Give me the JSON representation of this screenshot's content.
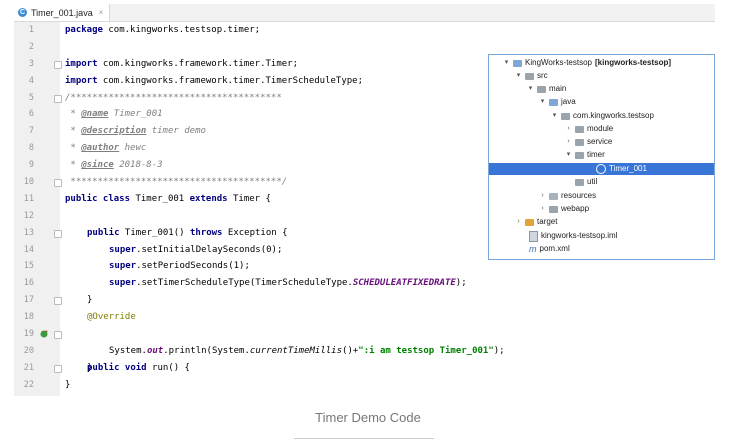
{
  "tab": {
    "title": "Timer_001.java",
    "close": "×"
  },
  "code": {
    "line_numbers": [
      "1",
      "2",
      "3",
      "4",
      "5",
      "6",
      "7",
      "8",
      "9",
      "10",
      "11",
      "12",
      "13",
      "14",
      "15",
      "16",
      "17",
      "18",
      "19",
      "20",
      "21",
      "22"
    ],
    "l1": {
      "kw": "package",
      "rest": " com.kingworks.testsop.timer;"
    },
    "l3": {
      "kw": "import",
      "rest": " com.kingworks.framework.timer.Timer;"
    },
    "l4": {
      "kw": "import",
      "rest": " com.kingworks.framework.timer.TimerScheduleType;"
    },
    "l5": "/***************************************",
    "l6": {
      "star": " * ",
      "tag": "@name",
      "val": " Timer_001"
    },
    "l7": {
      "star": " * ",
      "tag": "@description",
      "val": " timer demo"
    },
    "l8": {
      "star": " * ",
      "tag": "@author",
      "val": " hewc"
    },
    "l9": {
      "star": " * ",
      "tag": "@since",
      "val": " 2018-8-3"
    },
    "l10": " ***************************************/",
    "l11": {
      "kw1": "public class",
      "name": " Timer_001 ",
      "kw2": "extends",
      "rest": " Timer {"
    },
    "l13": {
      "kw1": "public",
      "name": " Timer_001() ",
      "kw2": "throws",
      "rest": " Exception {"
    },
    "l14": {
      "kw": "super",
      "rest": ".setInitialDelaySeconds(0);"
    },
    "l15": {
      "kw": "super",
      "rest": ".setPeriodSeconds(1);"
    },
    "l16": {
      "kw": "super",
      "rest": ".setTimerScheduleType(TimerScheduleType.",
      "field": "SCHEDULEATFIXEDRATE",
      "end": ");"
    },
    "l17": "}",
    "l18": "@Override",
    "l19": {
      "kw": "public void",
      "rest": " run() {"
    },
    "l20": {
      "a": "System.",
      "out": "out",
      "b": ".println(System.",
      "method": "currentTimeMillis",
      "c": "()+",
      "str": "\":i am testsop Timer_001\"",
      "d": ");"
    },
    "l21": "}",
    "l22": "}"
  },
  "tree": {
    "root": "KingWorks-testsop",
    "root_bold": "[kingworks-testsop]",
    "src": "src",
    "main": "main",
    "java": "java",
    "pkg": "com.kingworks.testsop",
    "module": "module",
    "service": "service",
    "timer": "timer",
    "selected_file": "Timer_001",
    "util": "util",
    "resources": "resources",
    "webapp": "webapp",
    "target": "target",
    "iml": "kingworks-testsop.iml",
    "pom": "pom.xml"
  },
  "caption": "Timer Demo Code"
}
